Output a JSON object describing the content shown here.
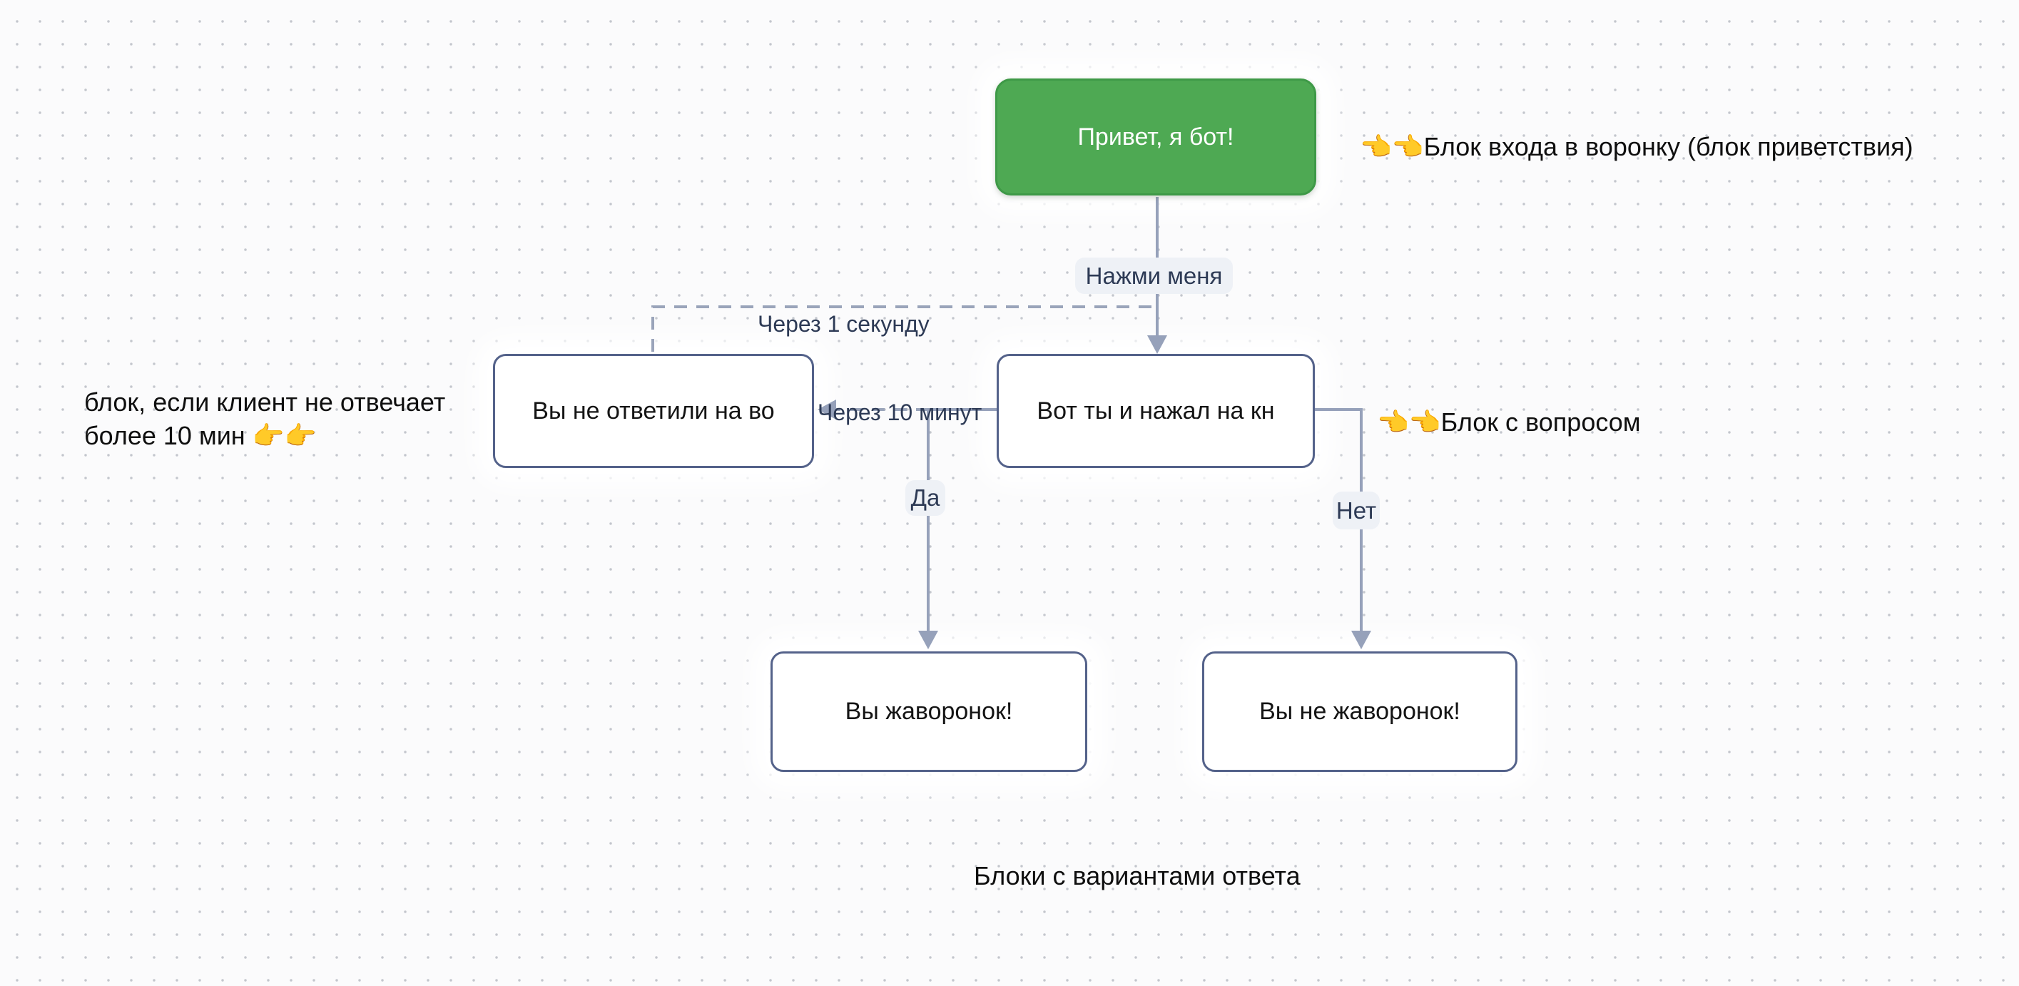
{
  "canvas": {
    "background": "#fbfbfc",
    "dot_color": "#c3c6cd"
  },
  "colors": {
    "start_node_fill": "#4ea953",
    "start_node_border": "#3e9947",
    "node_border": "#54628a",
    "connector": "#96a1ba",
    "edge_label_bg": "#eef1f6",
    "edge_label_text": "#2d3a55",
    "annotation_text": "#0f0f0f"
  },
  "nodes": {
    "greeting": {
      "label": "Привет, я бот!"
    },
    "no_answer": {
      "label": "Вы не ответили на во"
    },
    "question": {
      "label": "Вот ты и нажал на кн"
    },
    "answer_yes": {
      "label": "Вы жаворонок!"
    },
    "answer_no": {
      "label": "Вы не жаворонок!"
    }
  },
  "edges": {
    "click_me": {
      "label": "Нажми меня"
    },
    "after_1_second": {
      "label": "Через 1 секунду"
    },
    "after_10_minutes": {
      "label": "Через 10 минут"
    },
    "yes": {
      "label": "Да"
    },
    "no": {
      "label": "Нет"
    }
  },
  "annotations": {
    "entry": "👈👈Блок входа в воронку (блок приветствия)",
    "question": "👈👈Блок с вопросом",
    "no_reply_line1": "блок, если клиент не отвечает",
    "no_reply_line2": "более 10 мин 👉👉",
    "answers": "Блоки с вариантами ответа"
  }
}
